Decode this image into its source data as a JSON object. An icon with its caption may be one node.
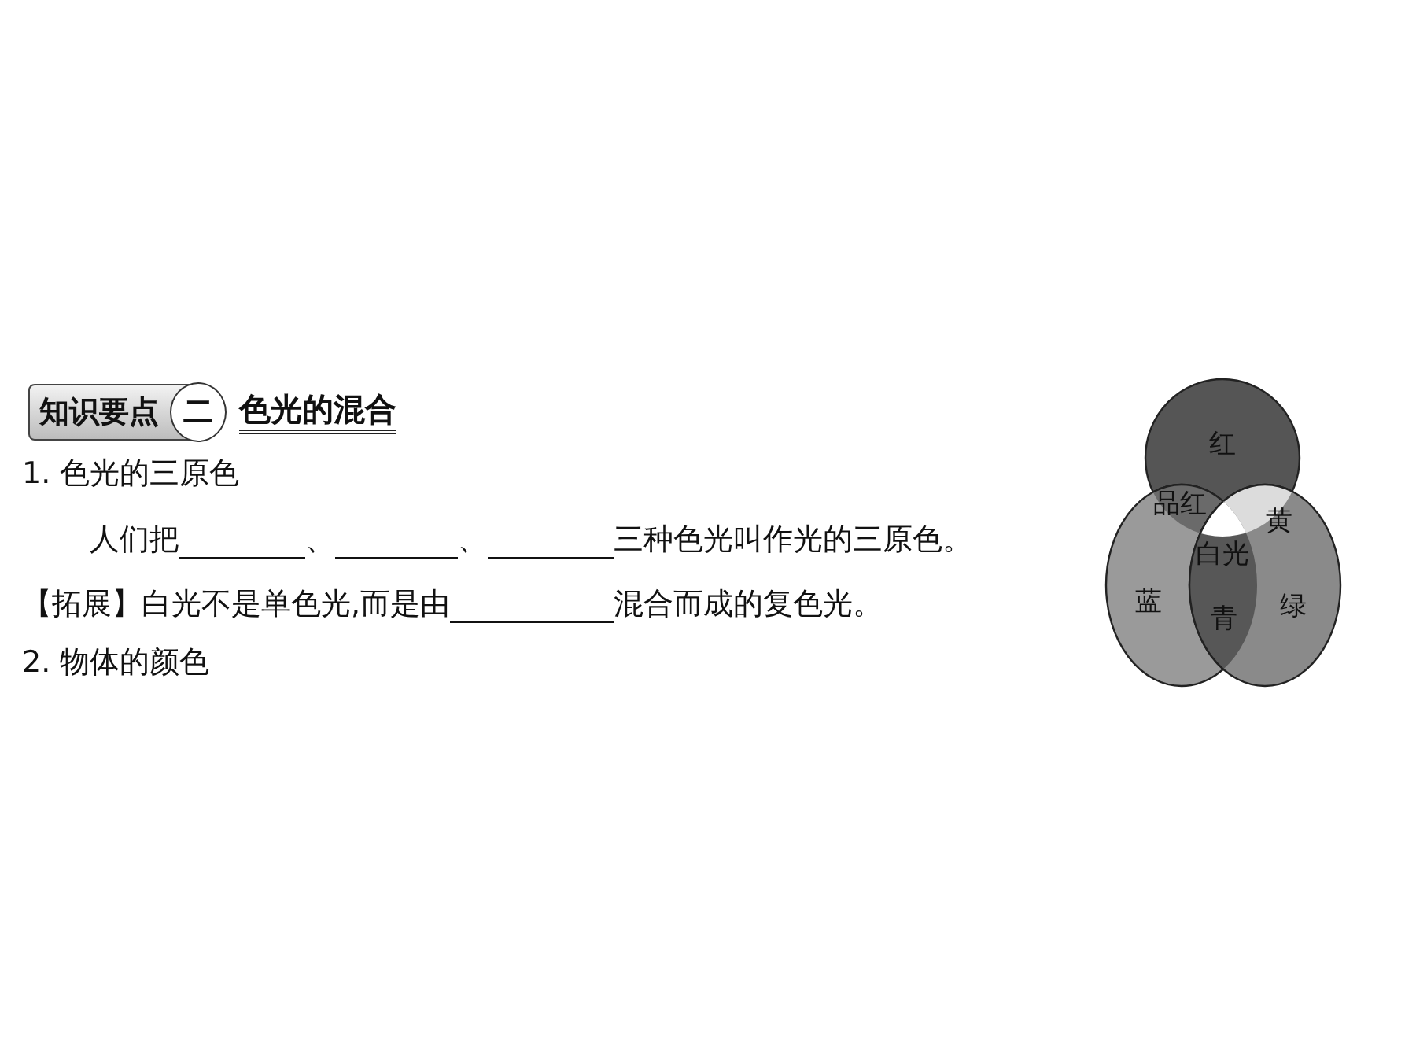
{
  "diagram": {
    "labels": [
      "知识要点",
      "二",
      "色光的混合",
      "1. 色光的三原色",
      "人们把",
      "、",
      "、",
      "三种色光叫作光的三原色。",
      "【拓展】白光不是单色光,而是由",
      "混合而成的复色光。",
      "2. 物体的颜色",
      "红",
      "品红",
      "黄",
      "白光",
      "蓝",
      "青",
      "绿"
    ]
  }
}
